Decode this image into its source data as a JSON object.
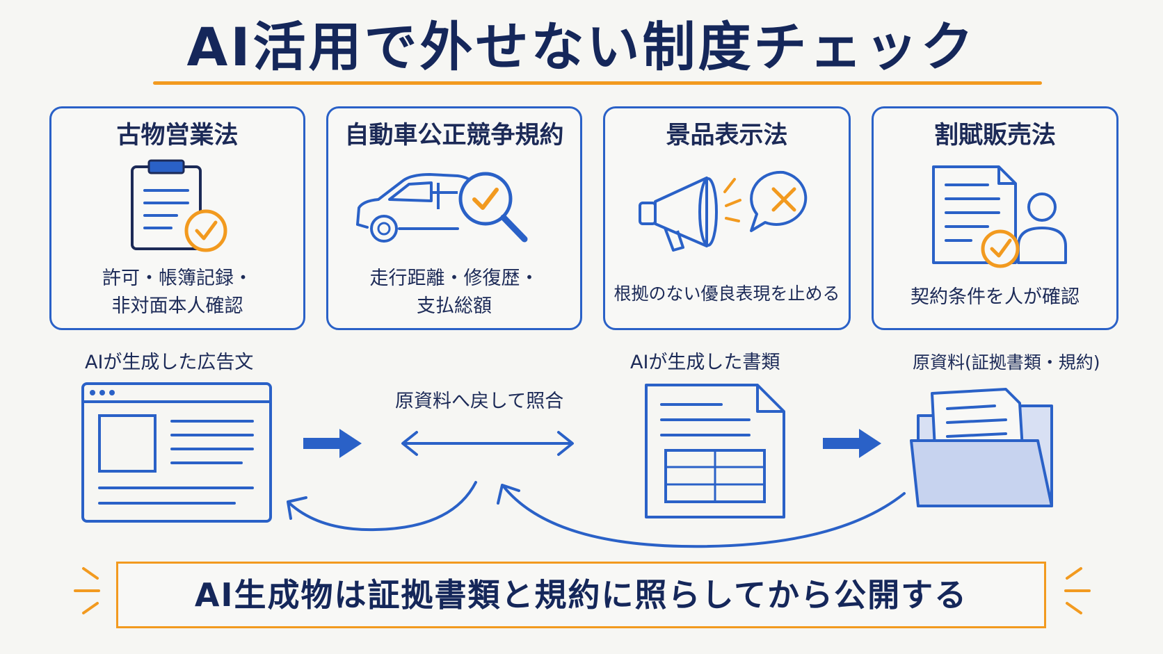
{
  "title": "AI活用で外せない制度チェック",
  "cards": [
    {
      "title": "古物営業法",
      "desc_line1": "許可・帳簿記録・",
      "desc_line2": "非対面本人確認",
      "icon": "clipboard-check-icon"
    },
    {
      "title": "自動車公正競争規約",
      "desc_line1": "走行距離・修復歴・",
      "desc_line2": "支払総額",
      "icon": "car-magnifier-check-icon"
    },
    {
      "title": "景品表示法",
      "desc_line1": "根拠のない優良表現を止める",
      "icon": "megaphone-cross-icon"
    },
    {
      "title": "割賦販売法",
      "desc_line1": "契約条件を人が確認",
      "icon": "contract-person-check-icon"
    }
  ],
  "flow": {
    "ad_label": "AIが生成した広告文",
    "center_label": "原資料へ戻して照合",
    "doc_label": "AIが生成した書類",
    "source_label": "原資料(証拠書類・規約)"
  },
  "bottom_message": "AI生成物は証拠書類と規約に照らしてから公開する",
  "colors": {
    "primary_blue": "#2a61c7",
    "navy": "#1c2a57",
    "orange": "#f29a1f"
  }
}
